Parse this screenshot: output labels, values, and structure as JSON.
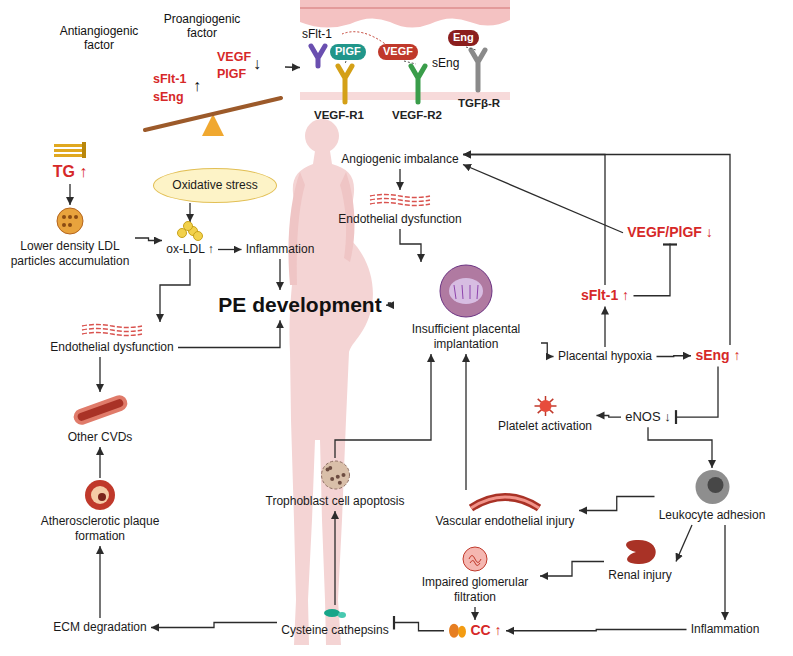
{
  "diagram": {
    "nodes": [
      {
        "text": [
          "Antiangiogenic factor",
          "sFlt-1",
          "sEng",
          "↑",
          "Proangiogenic factor",
          "VEGF",
          "PlGF",
          "↓"
        ]
      },
      {
        "text": [
          "sFlt-1",
          "PlGF",
          "VEGF",
          "Eng",
          "sEng",
          "VEGF-R1",
          "VEGF-R2",
          "TGFβ-R"
        ]
      },
      {
        "text": [
          "Angiogenic imbalance"
        ]
      },
      {
        "text": [
          "TG ↑"
        ]
      },
      {
        "text": [
          "Oxidative stress"
        ]
      },
      {
        "text": [
          "Lower density LDL particles accumulation"
        ]
      },
      {
        "text": [
          "ox-LDL ↑"
        ]
      },
      {
        "text": [
          "Inflammation"
        ]
      },
      {
        "text": [
          "PE development"
        ]
      },
      {
        "text": [
          "Endothelial dysfunction"
        ]
      },
      {
        "text": [
          "Other CVDs"
        ]
      },
      {
        "text": [
          "Atherosclerotic plaque formation"
        ]
      },
      {
        "text": [
          "ECM degradation"
        ]
      },
      {
        "text": [
          "Endothelial dysfunction"
        ]
      },
      {
        "text": [
          "Insufficient placental implantation"
        ]
      },
      {
        "text": [
          "Placental hypoxia"
        ]
      },
      {
        "text": [
          "sFlt-1 ↑"
        ]
      },
      {
        "text": [
          "VEGF/PlGF ↓"
        ]
      },
      {
        "text": [
          "sEng ↑"
        ]
      },
      {
        "text": [
          "eNOS ↓"
        ]
      },
      {
        "text": [
          "Platelet activation"
        ]
      },
      {
        "text": [
          "Vascular endothelial injury"
        ]
      },
      {
        "text": [
          "Leukocyte adhesion"
        ]
      },
      {
        "text": [
          "Renal injury"
        ]
      },
      {
        "text": [
          "Impaired glomerular filtration"
        ]
      },
      {
        "text": [
          "CC ↑"
        ]
      },
      {
        "text": [
          "Cysteine cathepsins"
        ]
      },
      {
        "text": [
          "Trophoblast cell apoptosis"
        ]
      },
      {
        "text": [
          "Inflammation"
        ]
      }
    ],
    "edges": [
      {
        "from": 0,
        "to": 1,
        "arrow": "to"
      },
      {
        "from": 2,
        "to": 13,
        "arrow": "to"
      },
      {
        "from": 13,
        "to": 14,
        "arrow": "to"
      },
      {
        "from": 14,
        "to": 8,
        "arrow": "to"
      },
      {
        "from": 14,
        "to": 15,
        "arrow": "to"
      },
      {
        "from": 15,
        "to": 16,
        "arrow": "to"
      },
      {
        "from": 16,
        "to": 2,
        "arrow": "to"
      },
      {
        "from": 16,
        "to": 17,
        "arrow": "to"
      },
      {
        "from": 17,
        "to": 2,
        "arrow": "to"
      },
      {
        "from": 15,
        "to": 18,
        "arrow": "to"
      },
      {
        "from": 18,
        "to": 2,
        "arrow": "to"
      },
      {
        "from": 18,
        "to": 19,
        "arrow": "to"
      },
      {
        "from": 19,
        "to": 20,
        "arrow": "to"
      },
      {
        "from": 19,
        "to": 22,
        "arrow": "to"
      },
      {
        "from": 22,
        "to": 21,
        "arrow": "to"
      },
      {
        "from": 21,
        "to": 14,
        "arrow": "to"
      },
      {
        "from": 22,
        "to": 23,
        "arrow": "to"
      },
      {
        "from": 23,
        "to": 24,
        "arrow": "to"
      },
      {
        "from": 24,
        "to": 25,
        "arrow": "to"
      },
      {
        "from": 22,
        "to": 28,
        "arrow": "to"
      },
      {
        "from": 28,
        "to": 25,
        "arrow": "to"
      },
      {
        "from": 25,
        "to": 26,
        "arrow": "to"
      },
      {
        "from": 26,
        "to": 27,
        "arrow": "to"
      },
      {
        "from": 27,
        "to": 14,
        "arrow": "to"
      },
      {
        "from": 26,
        "to": 12,
        "arrow": "to"
      },
      {
        "from": 12,
        "to": 11,
        "arrow": "to"
      },
      {
        "from": 11,
        "to": 10,
        "arrow": "to"
      },
      {
        "from": 9,
        "to": 10,
        "arrow": "to"
      },
      {
        "from": 9,
        "to": 8,
        "arrow": "to"
      },
      {
        "from": 7,
        "to": 8,
        "arrow": "to"
      },
      {
        "from": 6,
        "to": 7,
        "arrow": "to"
      },
      {
        "from": 6,
        "to": 9,
        "arrow": "to"
      },
      {
        "from": 4,
        "to": 6,
        "arrow": "to"
      },
      {
        "from": 5,
        "to": 6,
        "arrow": "to"
      },
      {
        "from": 3,
        "to": 5,
        "arrow": "to"
      }
    ]
  }
}
